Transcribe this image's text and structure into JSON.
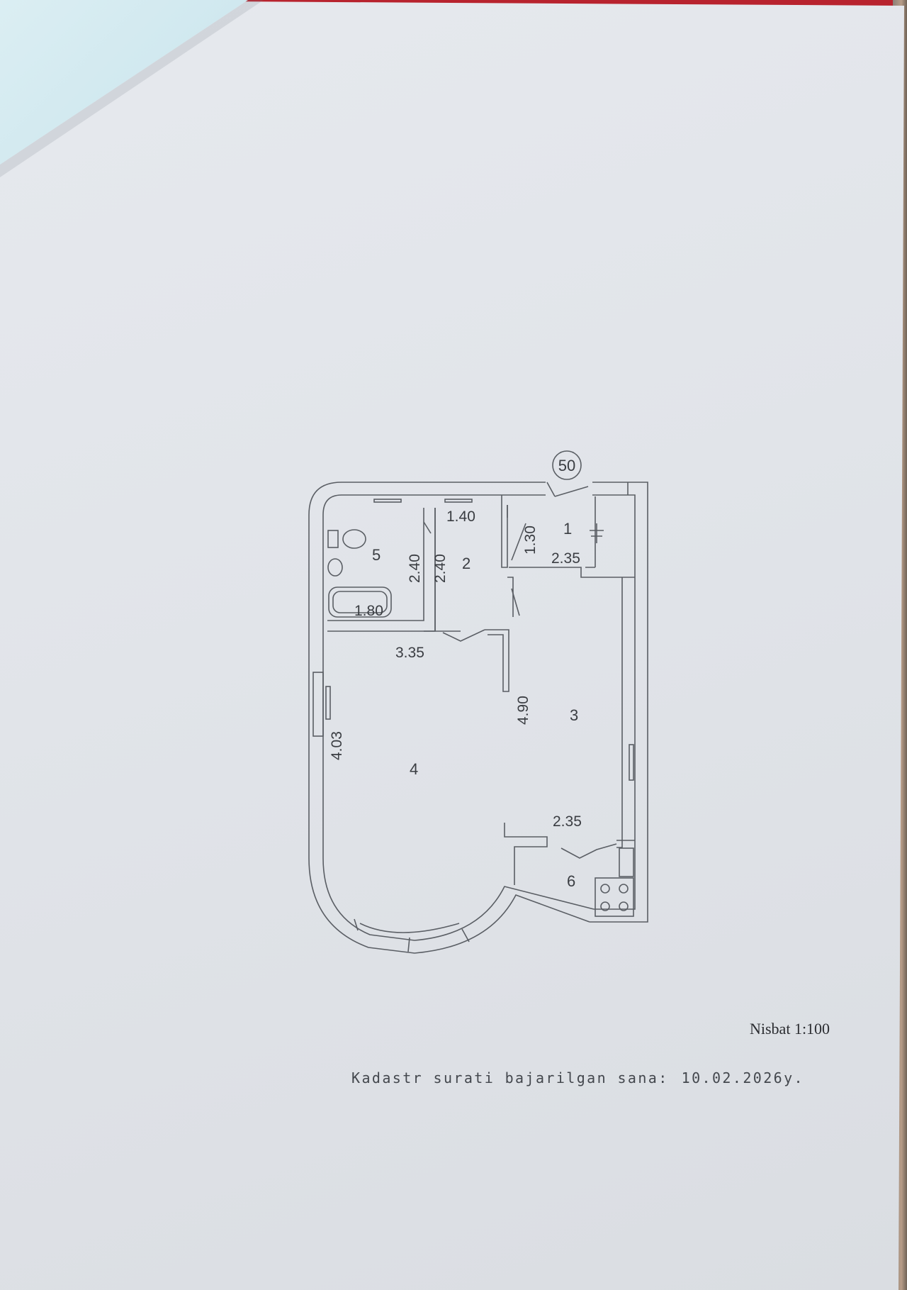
{
  "plan": {
    "apartment_number": "50",
    "rooms": [
      {
        "number": "1"
      },
      {
        "number": "2"
      },
      {
        "number": "3"
      },
      {
        "number": "4"
      },
      {
        "number": "5"
      },
      {
        "number": "6"
      }
    ],
    "dimensions": {
      "corridor_top": "1.40",
      "room1_vertical": "1.30",
      "room1_width": "2.35",
      "bath_height_left": "2.40",
      "corridor_height": "2.40",
      "bath_width": "1.80",
      "hall_width": "3.35",
      "room3_height": "4.90",
      "room4_height": "4.03",
      "kitchen_width": "2.35"
    }
  },
  "footer": {
    "scale": "Nisbat 1:100",
    "cadastre_label": "Kadastr surati bajarilgan sana:",
    "cadastre_date": "10.02.2026y."
  },
  "colors": {
    "paper": "#e3e6eb",
    "line": "#5a5e64",
    "top_strip": "#b8232e",
    "corner_sheet": "#cfe7ee"
  }
}
